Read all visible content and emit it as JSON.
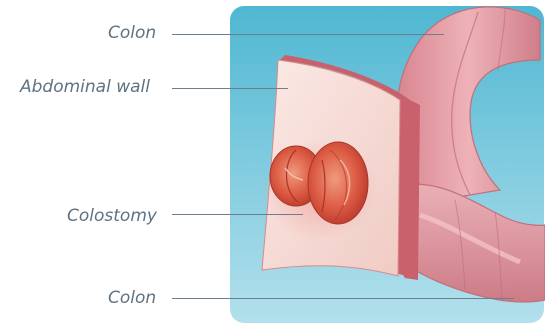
{
  "labels": {
    "colon_top": "Colon",
    "abdominal_wall": "Abdominal wall",
    "colostomy": "Colostomy",
    "colon_bottom": "Colon"
  },
  "colors": {
    "panel_top": "#4fb7d2",
    "panel_bottom": "#a9dbe8",
    "colon": "#e49aa1",
    "colon_dark": "#c9707d",
    "wall_face": "#f6dcd6",
    "wall_edge": "#c8616b",
    "stoma": "#d9553f",
    "label_text": "#5f7280"
  }
}
